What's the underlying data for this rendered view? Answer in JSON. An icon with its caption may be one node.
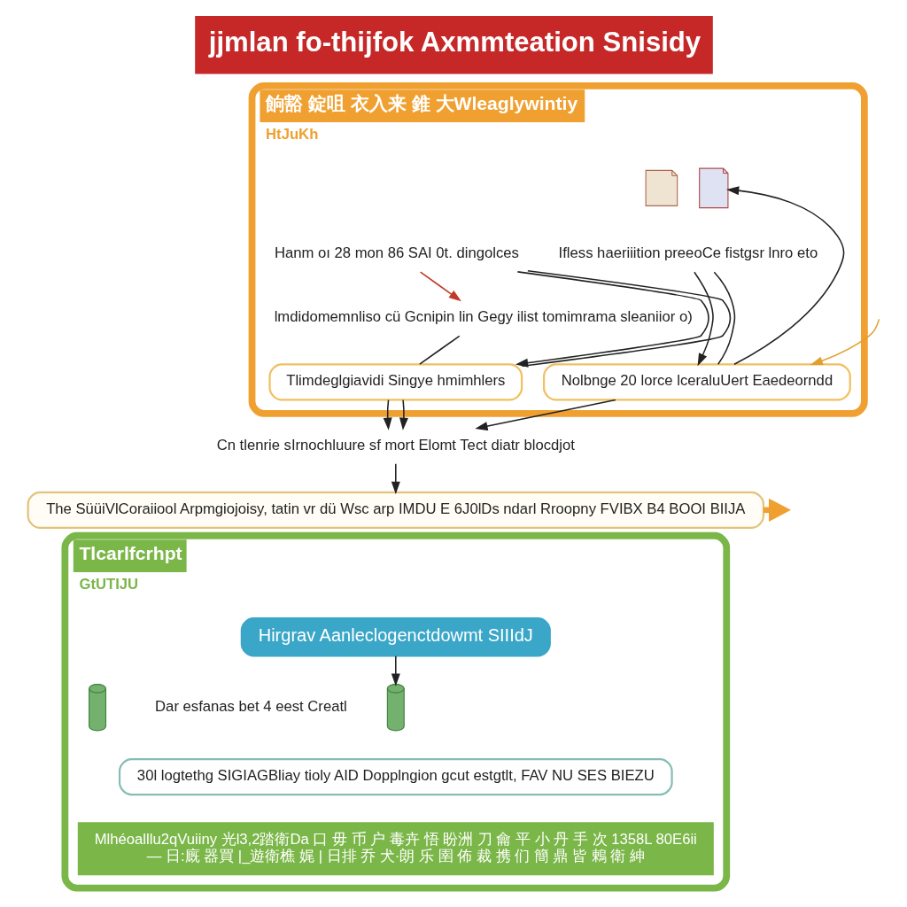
{
  "diagram": {
    "title": "jjmlan fo-thijfok Axmmteation Snisidy",
    "nodes": [
      {
        "text": [
          "餉豁 錠咀 衣入来 錐 大Wleaglywintiy",
          "HtJuKh"
        ]
      },
      {
        "text": [],
        "shape": "picture",
        "in": 0
      },
      {
        "text": [],
        "shape": "picture",
        "in": 0
      },
      {
        "text": [
          "Hanm oı 28 mon 86 SAI 0t. dingolces"
        ],
        "in": 0
      },
      {
        "text": [
          "Ifless haeriiition preeoCe fistgsr lnro eto"
        ],
        "in": 0
      },
      {
        "text": [
          "lmdidomemnliso cü Gcnipin lin Gegy ilist tomimrama sleaniior o)"
        ],
        "in": 0
      },
      {
        "text": [
          "Tlimdeglgiavidi Singye hmimhlers"
        ],
        "in": 0
      },
      {
        "text": [
          "Nolbnge 20 lorce lceraluUert Eaedeorndd"
        ],
        "in": 0
      },
      {
        "text": [
          "Cn tlenrie sIrnochluure sf mort Elomt Tect diatr blocdjot"
        ]
      },
      {
        "text": [
          "The SüüiVlCoraiiool Arpmgiojoisy, tatin vr dü Wsc arp IMDU E 6J0lDs ndarl Rroopny FVIBX B4 BOOI BIIJA"
        ]
      },
      {
        "text": [
          "Tlcarlfcrhpt",
          "GtUTIJU"
        ]
      },
      {
        "text": [
          "Hirgrav Aanleclogenctdowmt SIIIdJ"
        ],
        "in": 10
      },
      {
        "text": [
          "Dar esfanas bet 4 eest Creatl"
        ],
        "in": 10
      },
      {
        "text": [],
        "shape": "cylinder",
        "in": 10
      },
      {
        "text": [],
        "shape": "cylinder",
        "in": 10
      },
      {
        "text": [
          "30l logtethg SIGIAGBliay tioly AID Dopplngion gcut estgtlt, FAV NU SES BIEZU"
        ],
        "in": 10
      },
      {
        "text": [
          "Mlhéoalllu2qVuiiny 光l3,2踏衛Da 口 毋 币 户 毒卉 悟 盼洲 刀 龠 平 小 丹 手 次 1358L 80E6ii",
          "— 日:廐 器買 |_遊衛樵 娓 | 日排 乔 犬·朗 乐 圉 佈 裁 携 们 簡 鼎 皆 鶇 衛 紳"
        ],
        "in": 10
      }
    ],
    "edges": [
      {
        "from": 3,
        "to": 6,
        "arrow": "to"
      },
      {
        "from": 3,
        "to": 6,
        "arrow": "none"
      },
      {
        "from": 3,
        "to": 5,
        "arrow": "to",
        "color": "#c0392b"
      },
      {
        "from": 5,
        "to": 6,
        "arrow": "none"
      },
      {
        "from": 4,
        "to": 7,
        "arrow": "to"
      },
      {
        "from": 4,
        "to": 7,
        "arrow": "none"
      },
      {
        "from": 7,
        "to": 2,
        "arrow": "to"
      },
      {
        "from": null,
        "to": 7,
        "arrow": "to",
        "color": "#e0a030"
      },
      {
        "from": 6,
        "to": 8,
        "arrow": "to"
      },
      {
        "from": 6,
        "to": 8,
        "arrow": "to"
      },
      {
        "from": 7,
        "to": 8,
        "arrow": "to"
      },
      {
        "from": 8,
        "to": 9,
        "arrow": "to"
      },
      {
        "from": 9,
        "to": null,
        "arrow": "to",
        "style": "thick",
        "color": "#f0a030"
      },
      {
        "from": 11,
        "to": 14,
        "arrow": "to"
      }
    ]
  }
}
